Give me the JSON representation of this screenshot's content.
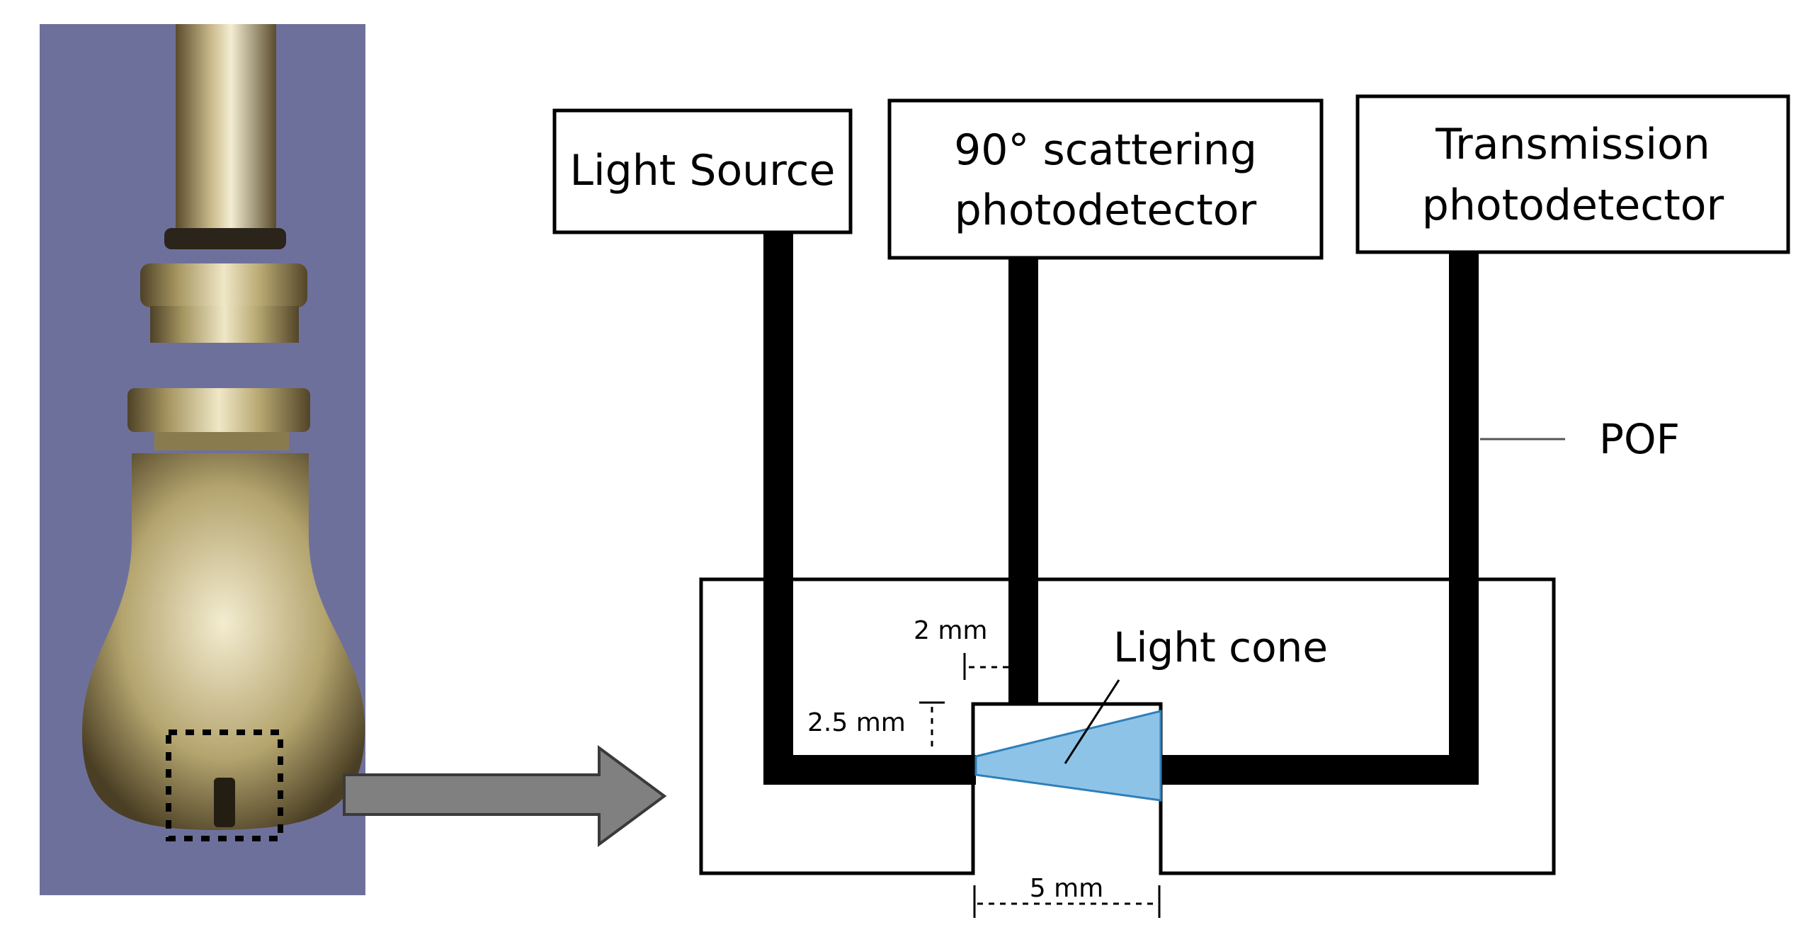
{
  "labels": {
    "light_source": "Light Source",
    "scatter_detector_line1": "90° scattering",
    "scatter_detector_line2": "photodetector",
    "transmission_detector_line1": "Transmission",
    "transmission_detector_line2": "photodetector",
    "pof": "POF",
    "light_cone": "Light cone",
    "dim_2mm": "2 mm",
    "dim_2_5mm": "2.5 mm",
    "dim_5mm": "5 mm"
  },
  "colors": {
    "photo_background": "#6d6f9a",
    "metal_light": "#e2d8b0",
    "metal_mid": "#b7a76f",
    "metal_dark": "#5d5030",
    "arrow_fill": "#808080",
    "light_cone_fill": "#8ec3e8",
    "light_cone_stroke": "#2f7fb8",
    "fiber": "#000000"
  }
}
